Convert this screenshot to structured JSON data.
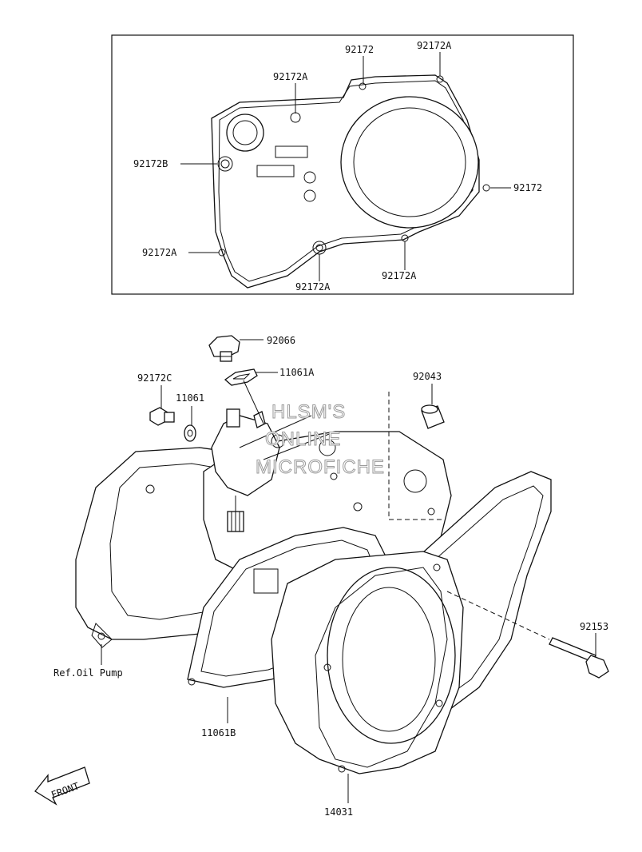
{
  "inset": {
    "labels": {
      "tl_92172": "92172",
      "tr_92172A": "92172A",
      "top_92172A": "92172A",
      "left_92172B": "92172B",
      "right_92172": "92172",
      "bl_92172A": "92172A",
      "bc_92172A": "92172A",
      "br_92172A": "92172A"
    }
  },
  "main": {
    "labels": {
      "p92066": "92066",
      "p11061A": "11061A",
      "p92172C": "92172C",
      "p11061": "11061",
      "p92043": "92043",
      "p92153": "92153",
      "ref_oil_pump": "Ref.Oil Pump",
      "p11061B": "11061B",
      "p14031": "14031"
    },
    "front_arrow": "FRONT"
  },
  "watermark": {
    "line1": "HLSM'S",
    "line2": "ONLINE",
    "line3": "MICROFICHE"
  }
}
